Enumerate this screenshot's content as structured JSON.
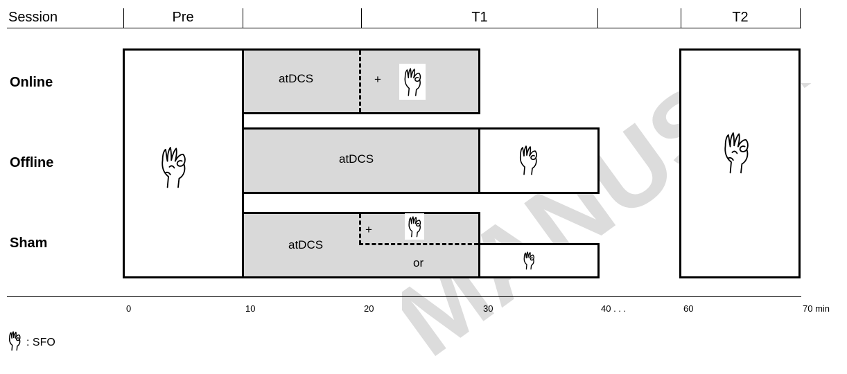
{
  "header": {
    "session_label": "Session",
    "pre_label": "Pre",
    "t1_label": "T1",
    "t2_label": "T2"
  },
  "rows": {
    "online": "Online",
    "offline": "Offline",
    "sham": "Sham"
  },
  "boxes": {
    "online_stim": "atDCS",
    "online_plus": "+",
    "offline_stim": "atDCS",
    "sham_stim": "atDCS",
    "sham_plus": "+",
    "sham_or": "or"
  },
  "axis": {
    "ticks": [
      "0",
      "10",
      "20",
      "30",
      "40 . . .",
      "60",
      "70 min"
    ]
  },
  "legend": {
    "label": ": SFO",
    "icon": "hand-ok-icon"
  },
  "watermark": "MANUSCRIPT",
  "colors": {
    "stimulation_fill": "#d9d9d9",
    "watermark": "#dcdcdc"
  }
}
